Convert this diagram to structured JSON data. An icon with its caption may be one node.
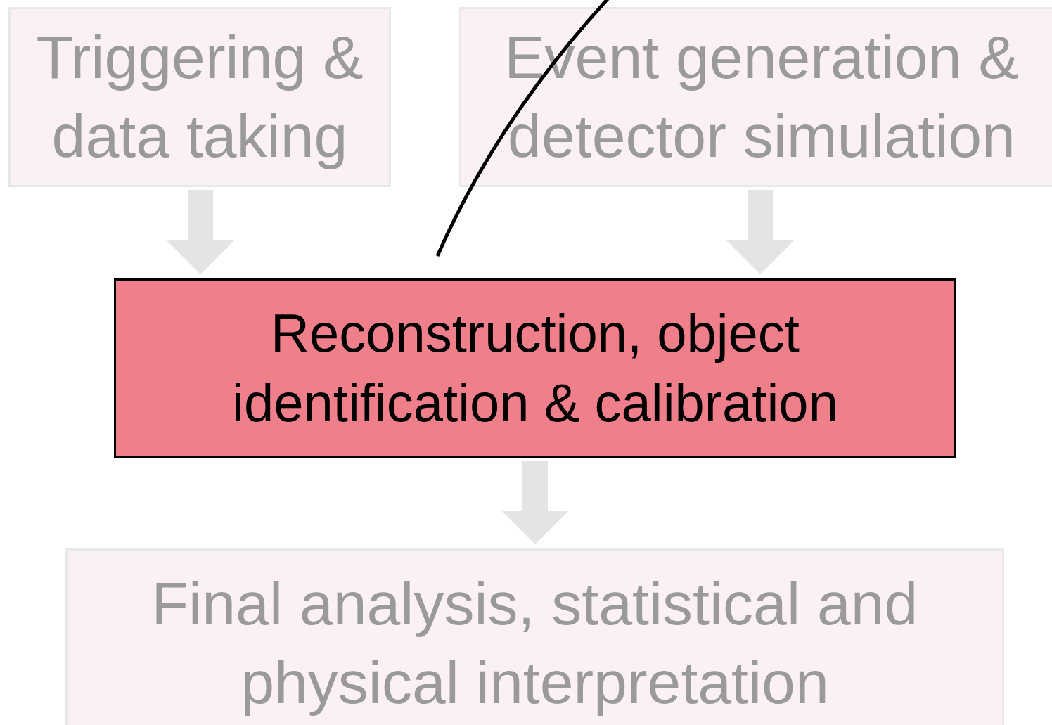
{
  "diagram": {
    "nodes": [
      {
        "text": [
          "Triggering & data taking"
        ]
      },
      {
        "text": [
          "Event generation & detector simulation"
        ]
      },
      {
        "text": [
          "Reconstruction, object identification & calibration"
        ]
      },
      {
        "text": [
          "Final analysis, statistical and physical interpretation"
        ]
      }
    ],
    "edges": [
      {
        "from": 0,
        "to": 2,
        "arrow": "to"
      },
      {
        "from": 1,
        "to": 2,
        "arrow": "to"
      },
      {
        "from": 2,
        "to": 3,
        "arrow": "to"
      },
      {
        "from": null,
        "to": 2,
        "arrow": "none",
        "color": "#000000"
      }
    ]
  }
}
